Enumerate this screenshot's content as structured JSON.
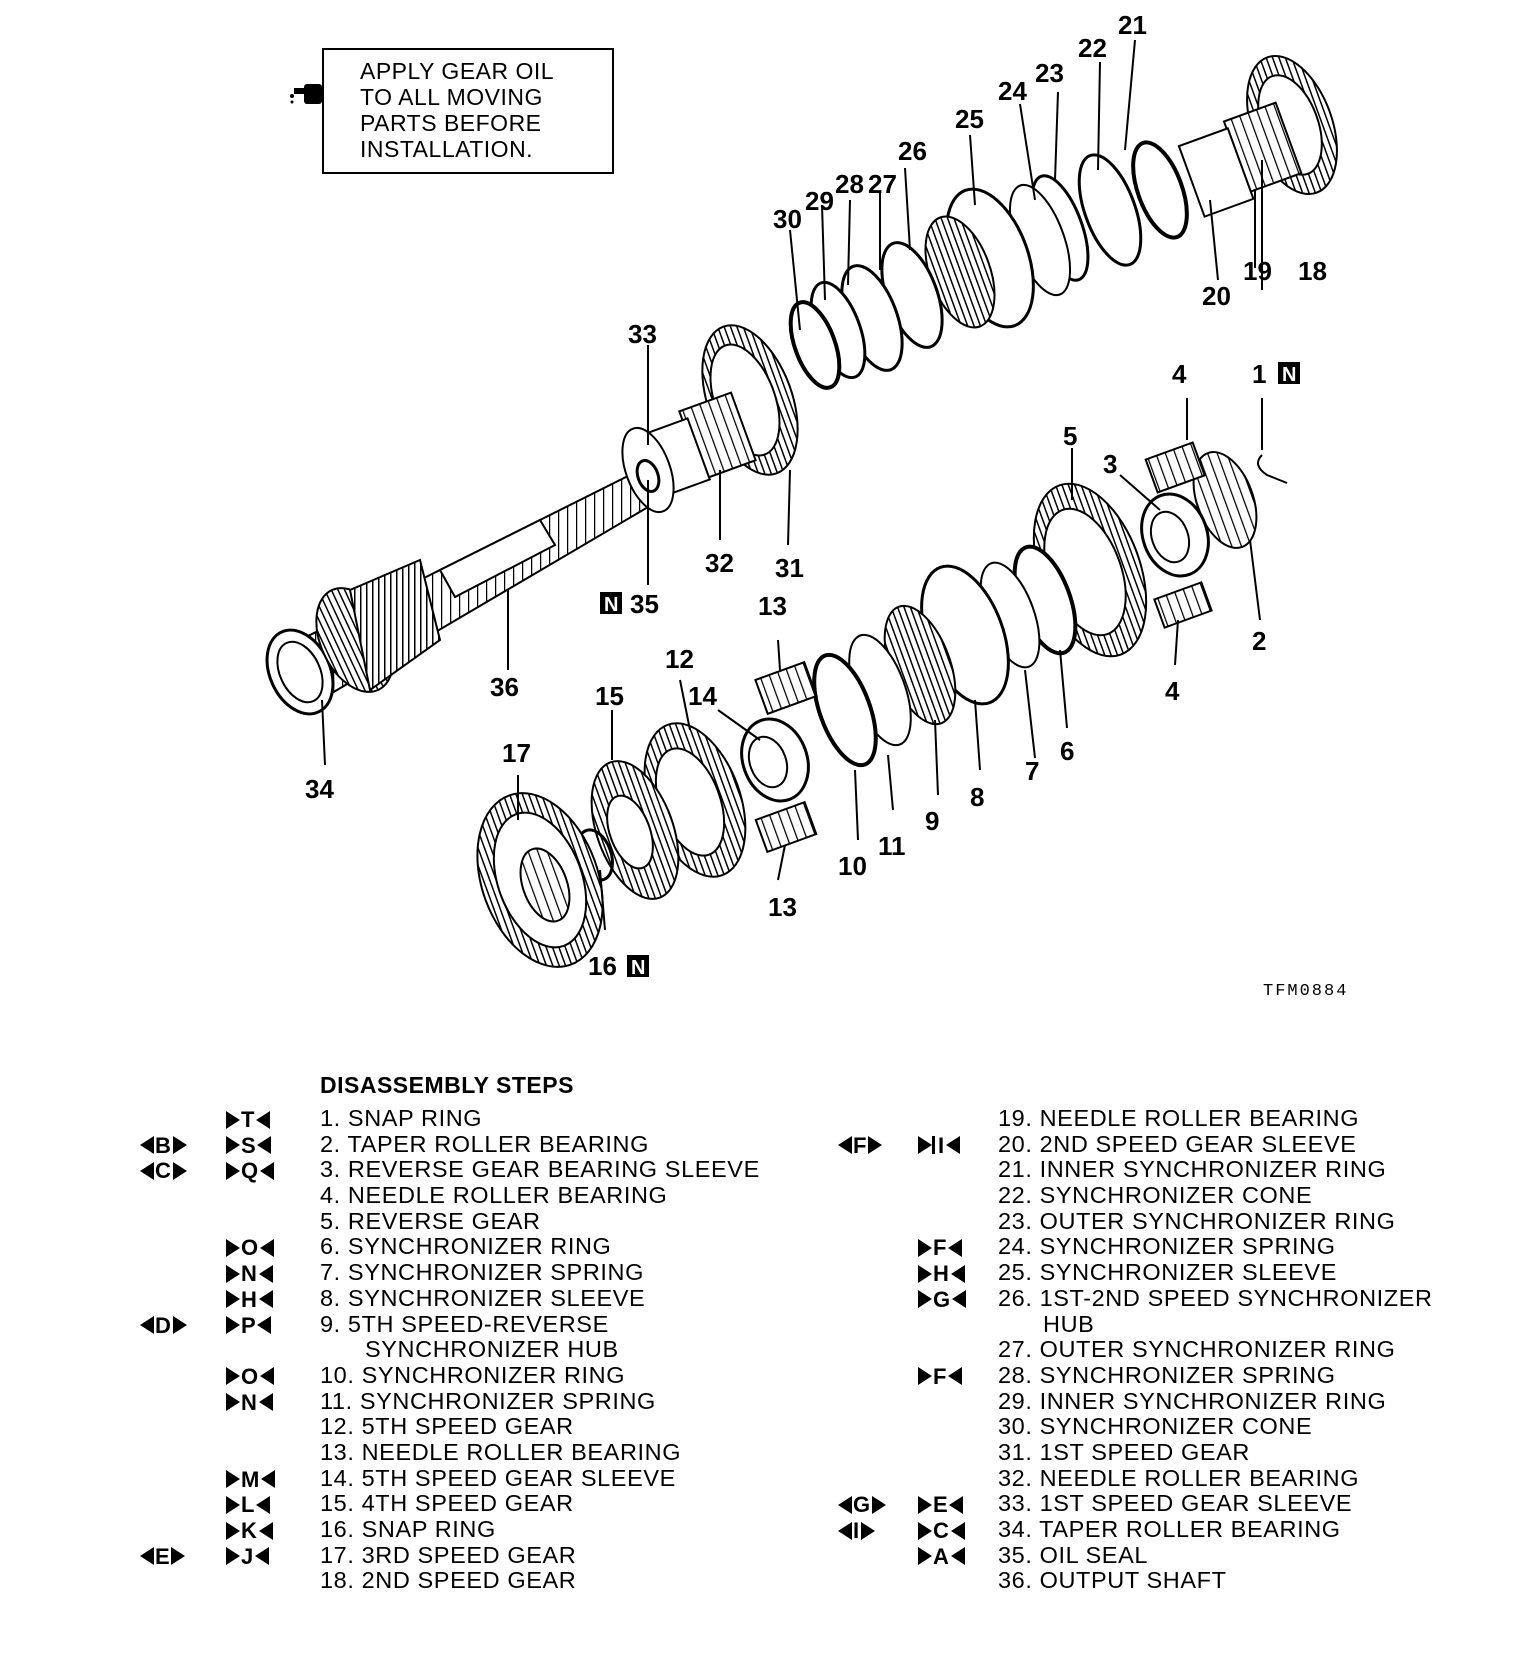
{
  "note": {
    "lines": [
      "APPLY GEAR OIL",
      "TO ALL MOVING",
      "PARTS BEFORE",
      "INSTALLATION."
    ]
  },
  "figure_code": "TFM0884",
  "replace_mark": "N",
  "callouts": [
    "1",
    "2",
    "3",
    "4",
    "4",
    "5",
    "6",
    "7",
    "8",
    "9",
    "10",
    "11",
    "12",
    "13",
    "13",
    "14",
    "15",
    "16",
    "17",
    "18",
    "19",
    "20",
    "21",
    "22",
    "23",
    "24",
    "25",
    "26",
    "27",
    "28",
    "29",
    "30",
    "31",
    "32",
    "33",
    "34",
    "35",
    "36"
  ],
  "steps_title": "DISASSEMBLY STEPS",
  "steps_left": [
    {
      "text": "1. SNAP RING",
      "in": "T"
    },
    {
      "text": "2. TAPER ROLLER BEARING",
      "out": "B",
      "in": "S"
    },
    {
      "text": "3. REVERSE GEAR BEARING SLEEVE",
      "out": "C",
      "in": "Q"
    },
    {
      "text": "4. NEEDLE ROLLER BEARING"
    },
    {
      "text": "5. REVERSE GEAR"
    },
    {
      "text": "6. SYNCHRONIZER RING",
      "in": "O"
    },
    {
      "text": "7. SYNCHRONIZER SPRING",
      "in": "N"
    },
    {
      "text": "8. SYNCHRONIZER SLEEVE",
      "in": "H"
    },
    {
      "text": "9. 5TH SPEED-REVERSE",
      "out": "D",
      "in": "P"
    },
    {
      "text": "SYNCHRONIZER HUB",
      "cont": true
    },
    {
      "text": "10. SYNCHRONIZER RING",
      "in": "O"
    },
    {
      "text": "11. SYNCHRONIZER SPRING",
      "in": "N"
    },
    {
      "text": "12. 5TH SPEED GEAR"
    },
    {
      "text": "13. NEEDLE ROLLER BEARING"
    },
    {
      "text": "14. 5TH SPEED GEAR SLEEVE",
      "in": "M"
    },
    {
      "text": "15. 4TH SPEED GEAR",
      "in": "L"
    },
    {
      "text": "16. SNAP RING",
      "in": "K"
    },
    {
      "text": "17. 3RD SPEED GEAR",
      "out": "E",
      "in": "J"
    },
    {
      "text": "18. 2ND SPEED GEAR"
    }
  ],
  "steps_right": [
    {
      "text": "19. NEEDLE ROLLER BEARING"
    },
    {
      "text": "20. 2ND SPEED GEAR SLEEVE",
      "out": "F",
      "in": "I",
      "in_bar": true
    },
    {
      "text": "21. INNER SYNCHRONIZER RING"
    },
    {
      "text": "22. SYNCHRONIZER CONE"
    },
    {
      "text": "23. OUTER SYNCHRONIZER RING"
    },
    {
      "text": "24. SYNCHRONIZER SPRING",
      "in": "F"
    },
    {
      "text": "25. SYNCHRONIZER SLEEVE",
      "in": "H"
    },
    {
      "text": "26. 1ST-2ND SPEED SYNCHRONIZER",
      "in": "G"
    },
    {
      "text": "HUB",
      "cont": true
    },
    {
      "text": "27. OUTER SYNCHRONIZER RING"
    },
    {
      "text": "28. SYNCHRONIZER SPRING",
      "in": "F"
    },
    {
      "text": "29. INNER SYNCHRONIZER RING"
    },
    {
      "text": "30. SYNCHRONIZER CONE"
    },
    {
      "text": "31. 1ST SPEED GEAR"
    },
    {
      "text": "32. NEEDLE ROLLER BEARING"
    },
    {
      "text": "33. 1ST SPEED GEAR SLEEVE",
      "out": "G",
      "in": "E"
    },
    {
      "text": "34. TAPER ROLLER BEARING",
      "out": "I",
      "in": "C"
    },
    {
      "text": "35. OIL SEAL",
      "in": "A"
    },
    {
      "text": "36. OUTPUT SHAFT"
    }
  ]
}
